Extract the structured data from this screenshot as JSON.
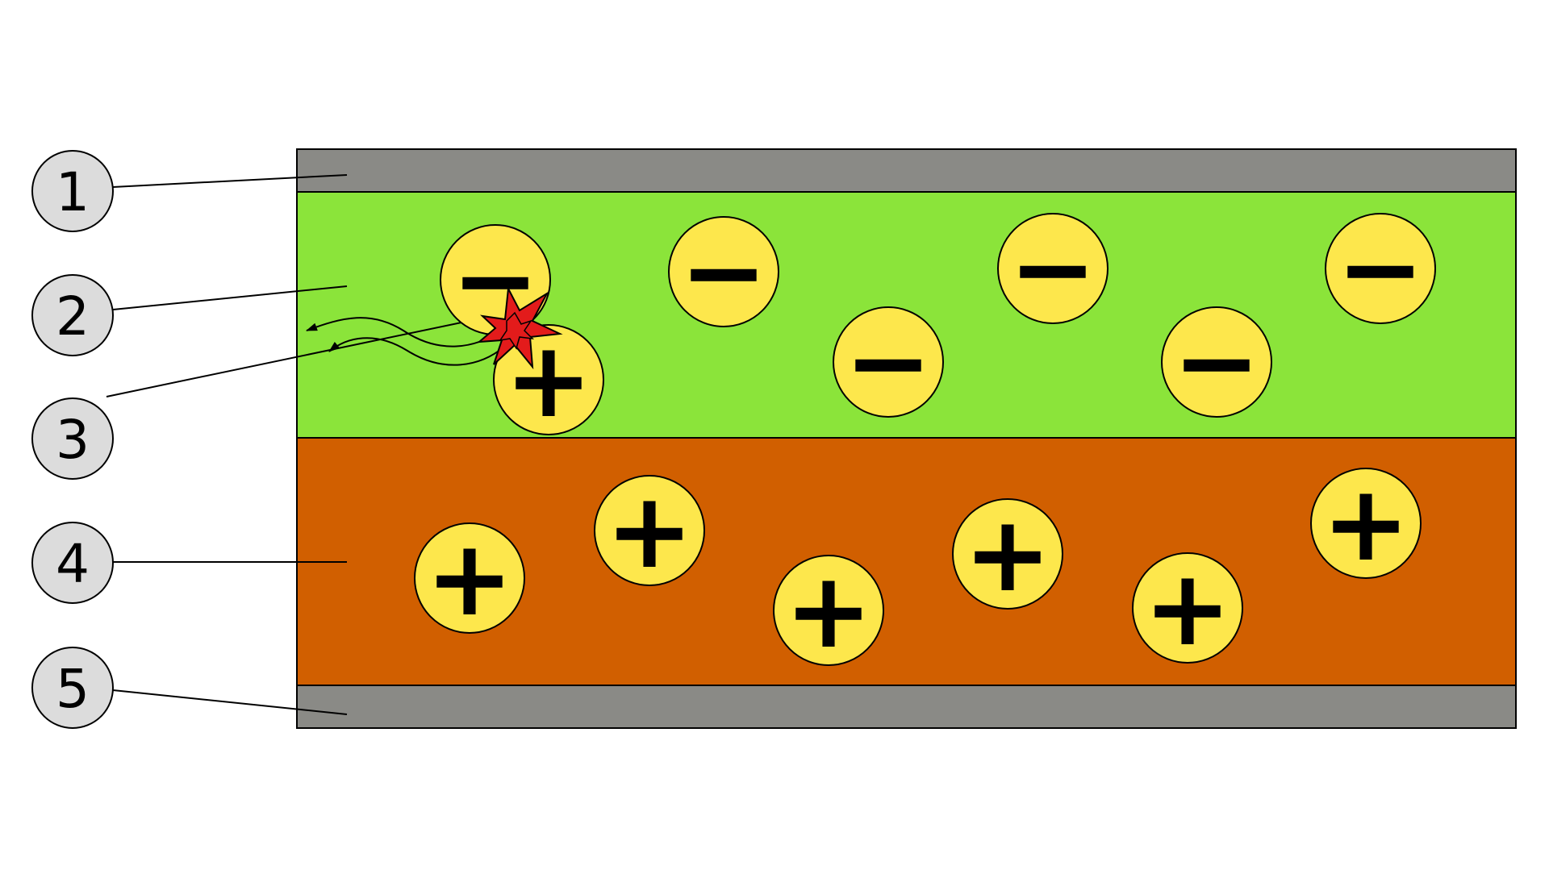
{
  "diagram": {
    "colors": {
      "background": "#ffffff",
      "electrode": "#8a8a86",
      "emissive_layer": "#8be43a",
      "conductive_layer": "#d15f00",
      "charge_fill": "#fde74c",
      "callout_fill": "#dcdcdc",
      "burst_fill": "#e31b1b",
      "stroke": "#000000"
    },
    "callouts": [
      {
        "number": "1",
        "target": "cathode"
      },
      {
        "number": "2",
        "target": "emissive-layer"
      },
      {
        "number": "3",
        "target": "recombination"
      },
      {
        "number": "4",
        "target": "conductive-layer"
      },
      {
        "number": "5",
        "target": "anode"
      }
    ],
    "charges": {
      "negative_symbol": "−",
      "positive_symbol": "+"
    }
  }
}
